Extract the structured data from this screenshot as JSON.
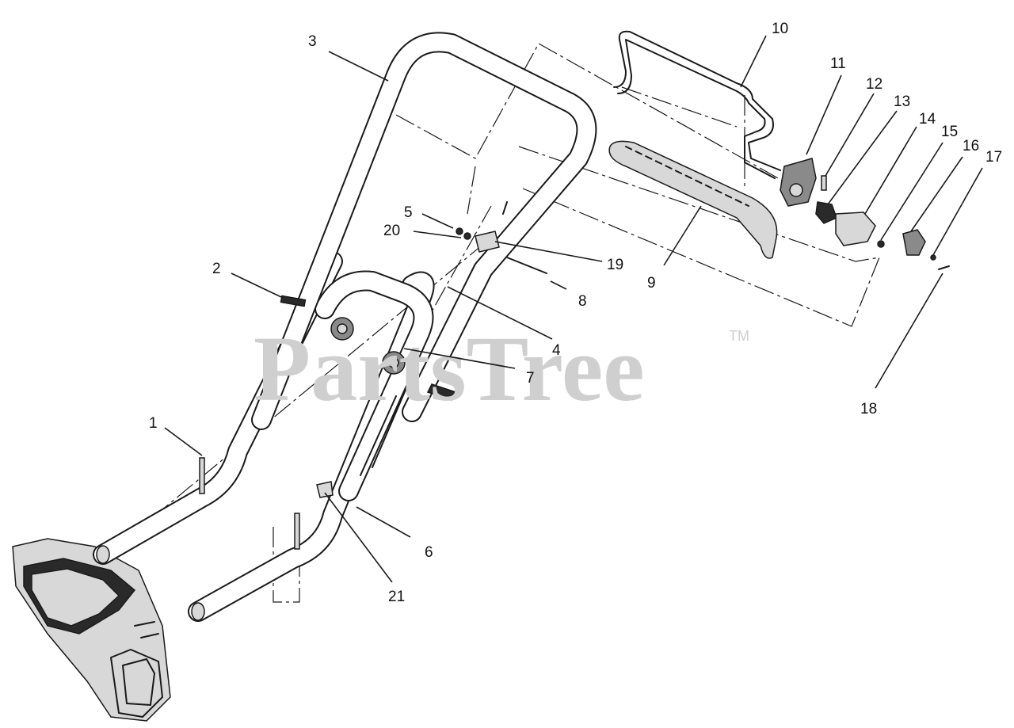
{
  "watermark": {
    "text": "PartsTree",
    "trademark": "TM"
  },
  "callouts": [
    {
      "id": "1",
      "text": "1"
    },
    {
      "id": "2",
      "text": "2"
    },
    {
      "id": "3",
      "text": "3"
    },
    {
      "id": "4",
      "text": "4"
    },
    {
      "id": "5",
      "text": "5"
    },
    {
      "id": "6",
      "text": "6"
    },
    {
      "id": "7",
      "text": "7"
    },
    {
      "id": "8",
      "text": "8"
    },
    {
      "id": "9",
      "text": "9"
    },
    {
      "id": "10",
      "text": "10"
    },
    {
      "id": "11",
      "text": "11"
    },
    {
      "id": "12",
      "text": "12"
    },
    {
      "id": "13",
      "text": "13"
    },
    {
      "id": "14",
      "text": "14"
    },
    {
      "id": "15",
      "text": "15"
    },
    {
      "id": "16",
      "text": "16"
    },
    {
      "id": "17",
      "text": "17"
    },
    {
      "id": "18",
      "text": "18"
    },
    {
      "id": "19",
      "text": "19"
    },
    {
      "id": "20",
      "text": "20"
    },
    {
      "id": "21",
      "text": "21"
    }
  ]
}
